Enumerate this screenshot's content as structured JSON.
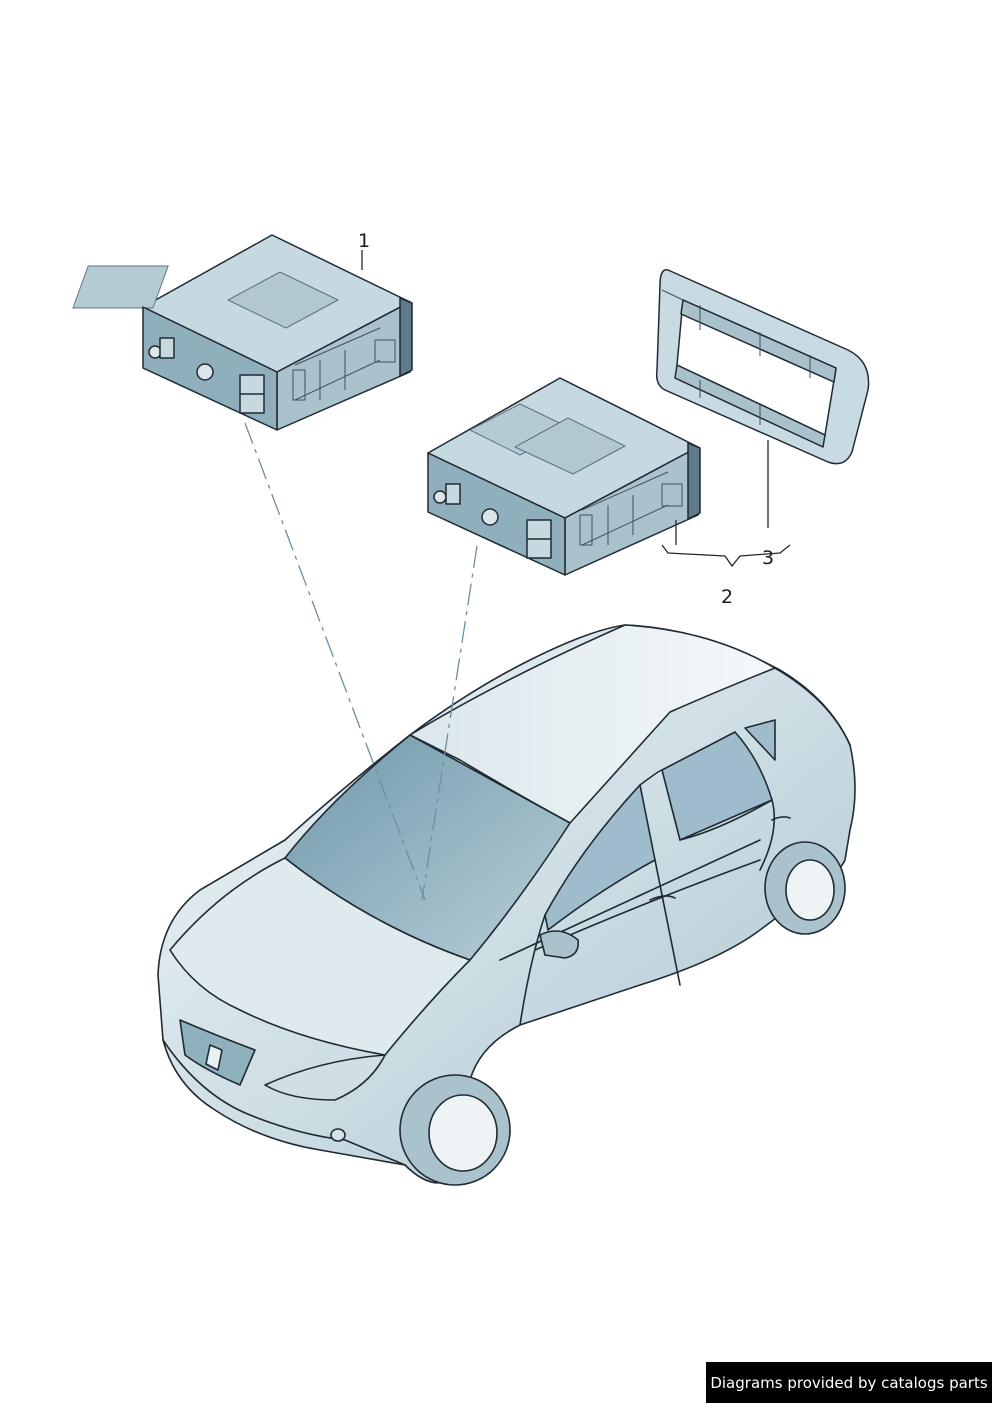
{
  "callouts": {
    "part1": "1",
    "part2": "2",
    "part3": "3"
  },
  "credit": "Diagrams provided by catalogs parts",
  "colors": {
    "outline": "#1f2a33",
    "body_light": "#e4edf1",
    "body_mid": "#c3d6de",
    "body_dark": "#8fb0bd",
    "glass": "#7fa5b5",
    "leader": "#6d8ea0"
  }
}
